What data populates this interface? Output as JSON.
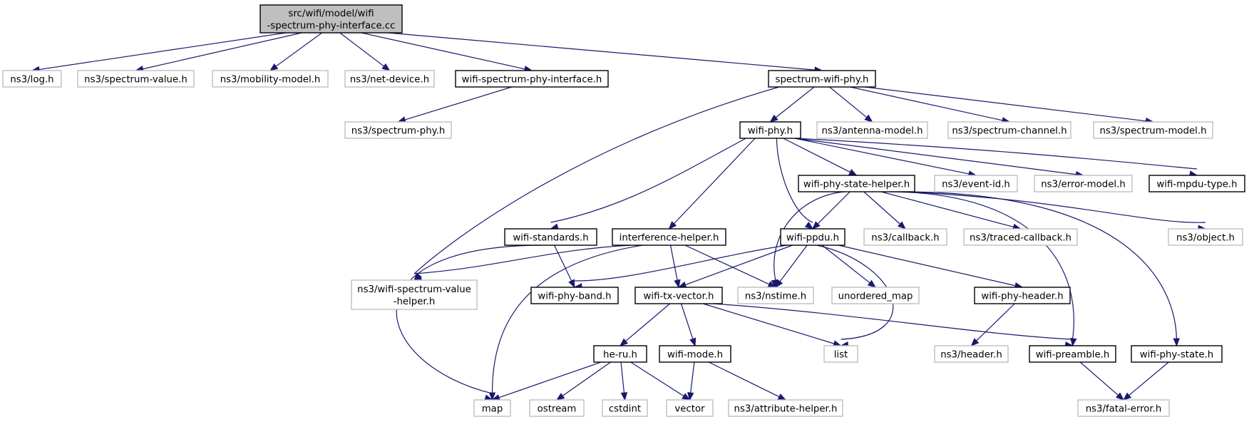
{
  "graph": {
    "title": "src/wifi/model/wifi-spectrum-phy-interface.cc",
    "colors": {
      "edge": "#191970",
      "root_fill": "#bfbfbf",
      "local_border": "#000000",
      "external_border": "#bfbfbf"
    },
    "nodes": [
      {
        "id": "root",
        "lines": [
          "src/wifi/model/wifi",
          "-spectrum-phy-interface.cc"
        ],
        "kind": "root"
      },
      {
        "id": "log",
        "lines": [
          "ns3/log.h"
        ],
        "kind": "external"
      },
      {
        "id": "spectrum-value",
        "lines": [
          "ns3/spectrum-value.h"
        ],
        "kind": "external"
      },
      {
        "id": "mobility-model",
        "lines": [
          "ns3/mobility-model.h"
        ],
        "kind": "external"
      },
      {
        "id": "net-device",
        "lines": [
          "ns3/net-device.h"
        ],
        "kind": "external"
      },
      {
        "id": "wifi-spectrum-phy-interface",
        "lines": [
          "wifi-spectrum-phy-interface.h"
        ],
        "kind": "local"
      },
      {
        "id": "spectrum-wifi-phy",
        "lines": [
          "spectrum-wifi-phy.h"
        ],
        "kind": "local"
      },
      {
        "id": "spectrum-phy",
        "lines": [
          "ns3/spectrum-phy.h"
        ],
        "kind": "external"
      },
      {
        "id": "wifi-phy",
        "lines": [
          "wifi-phy.h"
        ],
        "kind": "local"
      },
      {
        "id": "antenna-model",
        "lines": [
          "ns3/antenna-model.h"
        ],
        "kind": "external"
      },
      {
        "id": "spectrum-channel",
        "lines": [
          "ns3/spectrum-channel.h"
        ],
        "kind": "external"
      },
      {
        "id": "spectrum-model",
        "lines": [
          "ns3/spectrum-model.h"
        ],
        "kind": "external"
      },
      {
        "id": "wifi-phy-state-helper",
        "lines": [
          "wifi-phy-state-helper.h"
        ],
        "kind": "local"
      },
      {
        "id": "event-id",
        "lines": [
          "ns3/event-id.h"
        ],
        "kind": "external"
      },
      {
        "id": "error-model",
        "lines": [
          "ns3/error-model.h"
        ],
        "kind": "external"
      },
      {
        "id": "wifi-mpdu-type",
        "lines": [
          "wifi-mpdu-type.h"
        ],
        "kind": "local"
      },
      {
        "id": "wifi-standards",
        "lines": [
          "wifi-standards.h"
        ],
        "kind": "local"
      },
      {
        "id": "interference-helper",
        "lines": [
          "interference-helper.h"
        ],
        "kind": "local"
      },
      {
        "id": "wifi-ppdu",
        "lines": [
          "wifi-ppdu.h"
        ],
        "kind": "local"
      },
      {
        "id": "callback",
        "lines": [
          "ns3/callback.h"
        ],
        "kind": "external"
      },
      {
        "id": "traced-callback",
        "lines": [
          "ns3/traced-callback.h"
        ],
        "kind": "external"
      },
      {
        "id": "object",
        "lines": [
          "ns3/object.h"
        ],
        "kind": "external"
      },
      {
        "id": "wifi-spectrum-value-helper",
        "lines": [
          "ns3/wifi-spectrum-value",
          "-helper.h"
        ],
        "kind": "external"
      },
      {
        "id": "wifi-phy-band",
        "lines": [
          "wifi-phy-band.h"
        ],
        "kind": "local"
      },
      {
        "id": "wifi-tx-vector",
        "lines": [
          "wifi-tx-vector.h"
        ],
        "kind": "local"
      },
      {
        "id": "nstime",
        "lines": [
          "ns3/nstime.h"
        ],
        "kind": "external"
      },
      {
        "id": "unordered_map",
        "lines": [
          "unordered_map"
        ],
        "kind": "external"
      },
      {
        "id": "wifi-phy-header",
        "lines": [
          "wifi-phy-header.h"
        ],
        "kind": "local"
      },
      {
        "id": "he-ru",
        "lines": [
          "he-ru.h"
        ],
        "kind": "local"
      },
      {
        "id": "wifi-mode",
        "lines": [
          "wifi-mode.h"
        ],
        "kind": "local"
      },
      {
        "id": "list",
        "lines": [
          "list"
        ],
        "kind": "external"
      },
      {
        "id": "header",
        "lines": [
          "ns3/header.h"
        ],
        "kind": "external"
      },
      {
        "id": "wifi-preamble",
        "lines": [
          "wifi-preamble.h"
        ],
        "kind": "local"
      },
      {
        "id": "wifi-phy-state",
        "lines": [
          "wifi-phy-state.h"
        ],
        "kind": "local"
      },
      {
        "id": "map",
        "lines": [
          "map"
        ],
        "kind": "external"
      },
      {
        "id": "ostream",
        "lines": [
          "ostream"
        ],
        "kind": "external"
      },
      {
        "id": "cstdint",
        "lines": [
          "cstdint"
        ],
        "kind": "external"
      },
      {
        "id": "vector",
        "lines": [
          "vector"
        ],
        "kind": "external"
      },
      {
        "id": "attribute-helper",
        "lines": [
          "ns3/attribute-helper.h"
        ],
        "kind": "external"
      },
      {
        "id": "fatal-error",
        "lines": [
          "ns3/fatal-error.h"
        ],
        "kind": "external"
      }
    ],
    "edges": [
      [
        "root",
        "log"
      ],
      [
        "root",
        "spectrum-value"
      ],
      [
        "root",
        "mobility-model"
      ],
      [
        "root",
        "net-device"
      ],
      [
        "root",
        "wifi-spectrum-phy-interface"
      ],
      [
        "root",
        "spectrum-wifi-phy"
      ],
      [
        "wifi-spectrum-phy-interface",
        "spectrum-phy"
      ],
      [
        "spectrum-wifi-phy",
        "wifi-phy"
      ],
      [
        "spectrum-wifi-phy",
        "antenna-model"
      ],
      [
        "spectrum-wifi-phy",
        "spectrum-channel"
      ],
      [
        "spectrum-wifi-phy",
        "spectrum-model"
      ],
      [
        "spectrum-wifi-phy",
        "wifi-spectrum-value-helper"
      ],
      [
        "wifi-phy",
        "wifi-phy-state-helper"
      ],
      [
        "wifi-phy",
        "event-id"
      ],
      [
        "wifi-phy",
        "error-model"
      ],
      [
        "wifi-phy",
        "wifi-mpdu-type"
      ],
      [
        "wifi-phy",
        "wifi-standards"
      ],
      [
        "wifi-phy",
        "interference-helper"
      ],
      [
        "wifi-phy",
        "wifi-ppdu"
      ],
      [
        "wifi-phy-state-helper",
        "wifi-ppdu"
      ],
      [
        "wifi-phy-state-helper",
        "callback"
      ],
      [
        "wifi-phy-state-helper",
        "traced-callback"
      ],
      [
        "wifi-phy-state-helper",
        "object"
      ],
      [
        "wifi-phy-state-helper",
        "nstime"
      ],
      [
        "wifi-phy-state-helper",
        "wifi-preamble"
      ],
      [
        "wifi-phy-state-helper",
        "wifi-phy-state"
      ],
      [
        "wifi-standards",
        "wifi-phy-band"
      ],
      [
        "wifi-standards",
        "map"
      ],
      [
        "interference-helper",
        "wifi-spectrum-value-helper"
      ],
      [
        "interference-helper",
        "wifi-tx-vector"
      ],
      [
        "interference-helper",
        "nstime"
      ],
      [
        "interference-helper",
        "map"
      ],
      [
        "wifi-ppdu",
        "wifi-phy-band"
      ],
      [
        "wifi-ppdu",
        "wifi-tx-vector"
      ],
      [
        "wifi-ppdu",
        "nstime"
      ],
      [
        "wifi-ppdu",
        "unordered_map"
      ],
      [
        "wifi-ppdu",
        "wifi-phy-header"
      ],
      [
        "wifi-ppdu",
        "list"
      ],
      [
        "wifi-tx-vector",
        "he-ru"
      ],
      [
        "wifi-tx-vector",
        "wifi-mode"
      ],
      [
        "wifi-tx-vector",
        "list"
      ],
      [
        "wifi-tx-vector",
        "wifi-preamble"
      ],
      [
        "wifi-phy-header",
        "header"
      ],
      [
        "he-ru",
        "map"
      ],
      [
        "he-ru",
        "ostream"
      ],
      [
        "he-ru",
        "cstdint"
      ],
      [
        "he-ru",
        "vector"
      ],
      [
        "wifi-mode",
        "vector"
      ],
      [
        "wifi-mode",
        "attribute-helper"
      ],
      [
        "wifi-preamble",
        "fatal-error"
      ],
      [
        "wifi-phy-state",
        "fatal-error"
      ]
    ]
  }
}
